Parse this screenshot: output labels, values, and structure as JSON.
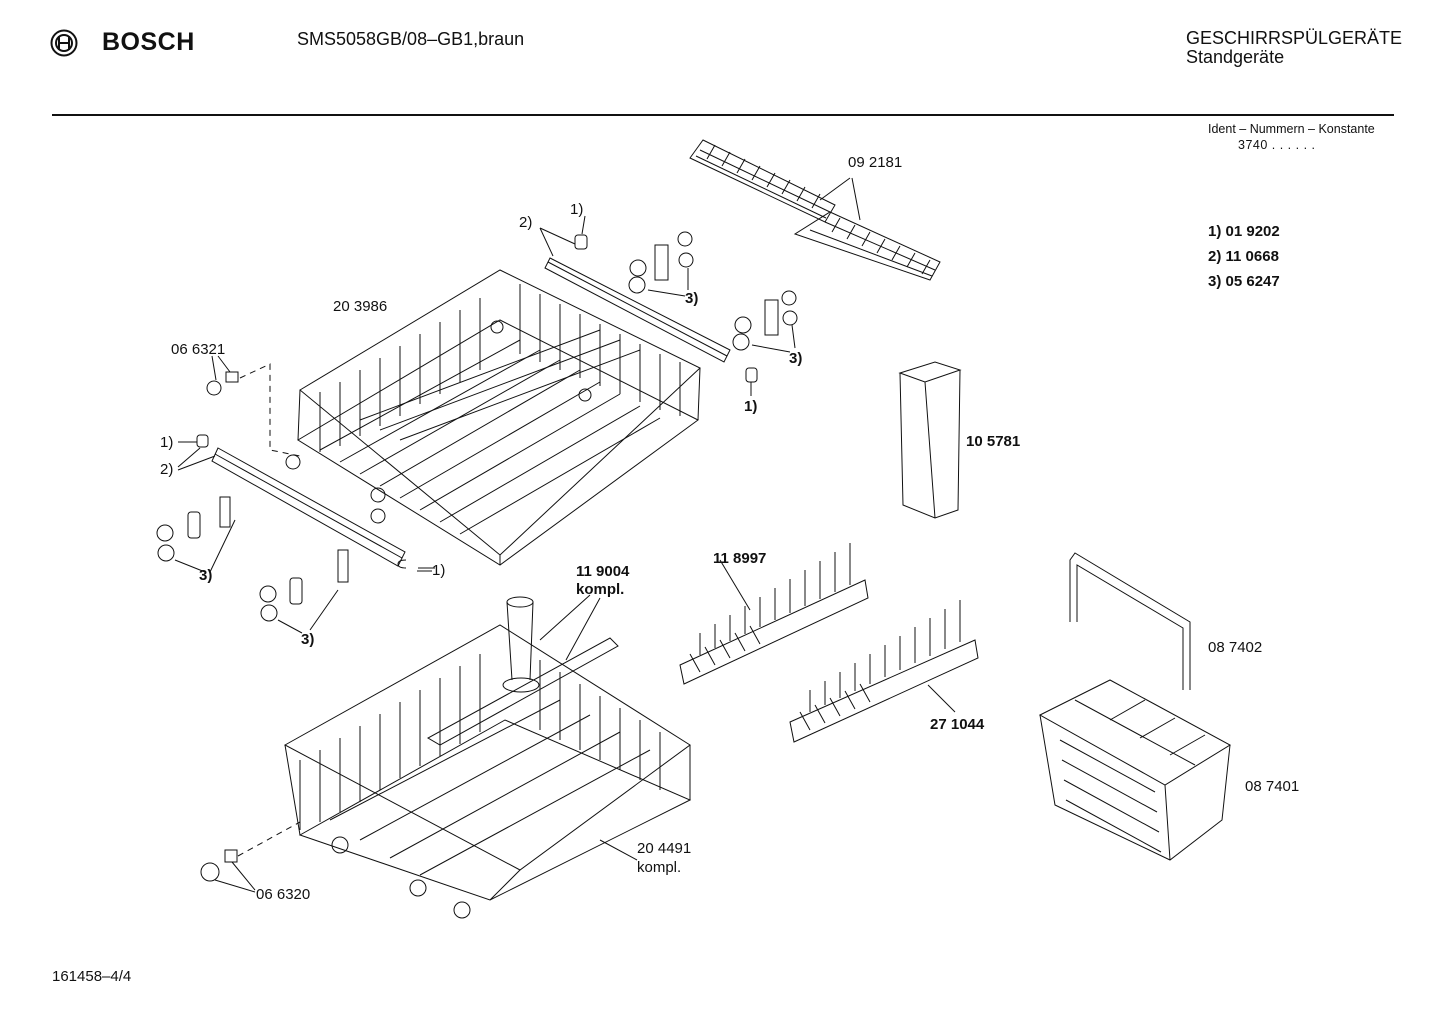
{
  "header": {
    "brand": "BOSCH",
    "model": "SMS5058GB/08–GB1,braun",
    "category_line1": "GESCHIRRSPÜLGERÄTE",
    "category_line2": "Standgeräte"
  },
  "ident": {
    "title": "Ident – Nummern – Konstante",
    "value": "3740  .  .   .  .  .  ."
  },
  "legend": [
    {
      "key": "1)",
      "value": "01 9202"
    },
    {
      "key": "2)",
      "value": "11 0668"
    },
    {
      "key": "3)",
      "value": "05 6247"
    }
  ],
  "parts": {
    "p092181": "09 2181",
    "p203986": "20 3986",
    "p066321": "06 6321",
    "p105781": "10 5781",
    "p119004": "11 9004",
    "kompl_bold": "kompl.",
    "p118997": "11 8997",
    "p271044": "27 1044",
    "p087402": "08 7402",
    "p087401": "08 7401",
    "p204491": "20 4491",
    "kompl": "kompl.",
    "p066320": "06 6320"
  },
  "callouts": {
    "c1": "1)",
    "c2": "2)",
    "c3": "3)",
    "c1_left": "1)",
    "c2_left": "2)",
    "c1_upper_right": "1)",
    "c3_a": "3)",
    "c3_b": "3)",
    "c3_c": "3)",
    "c3_d": "3)",
    "c1_dash": "—1)"
  },
  "footer": {
    "drawing_no": "161458–4/4"
  }
}
